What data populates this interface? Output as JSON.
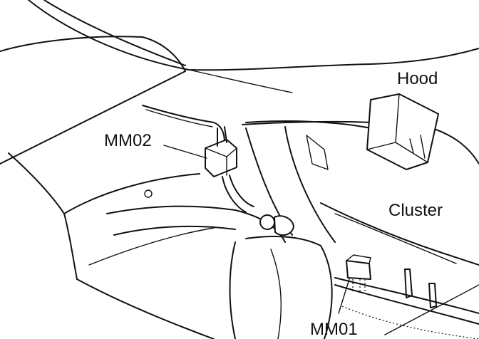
{
  "labels": {
    "hood": "Hood",
    "cluster": "Cluster",
    "mm02": "MM02",
    "mm01": "MM01"
  },
  "colors": {
    "ink": "#111111",
    "background": "#ffffff"
  }
}
